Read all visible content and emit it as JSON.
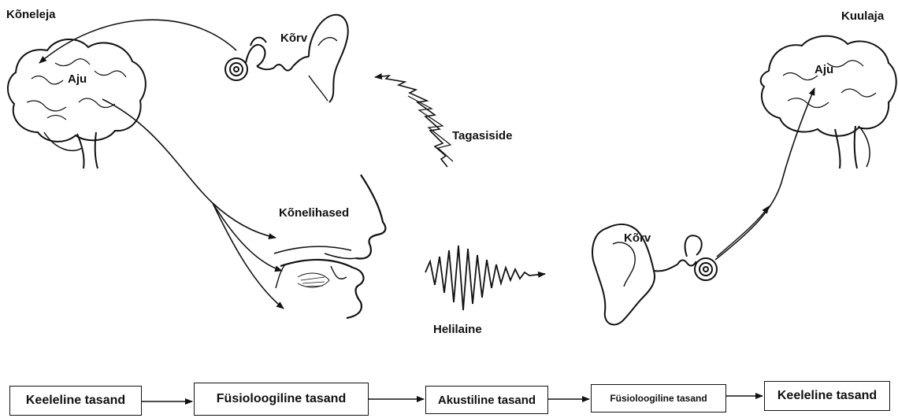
{
  "labels": {
    "speaker": "Kõneleja",
    "listener": "Kuulaja",
    "speaker_ear": "Kõrv",
    "speaker_brain": "Aju",
    "feedback": "Tagasiside",
    "speech_muscles": "Kõnelihased",
    "sound_wave": "Helilaine",
    "listener_ear": "Kõrv",
    "listener_brain": "Aju"
  },
  "levels": [
    "Keeleline tasand",
    "Füsioloogiline tasand",
    "Akustiline tasand",
    "Füsioloogiline tasand",
    "Keeleline tasand"
  ]
}
